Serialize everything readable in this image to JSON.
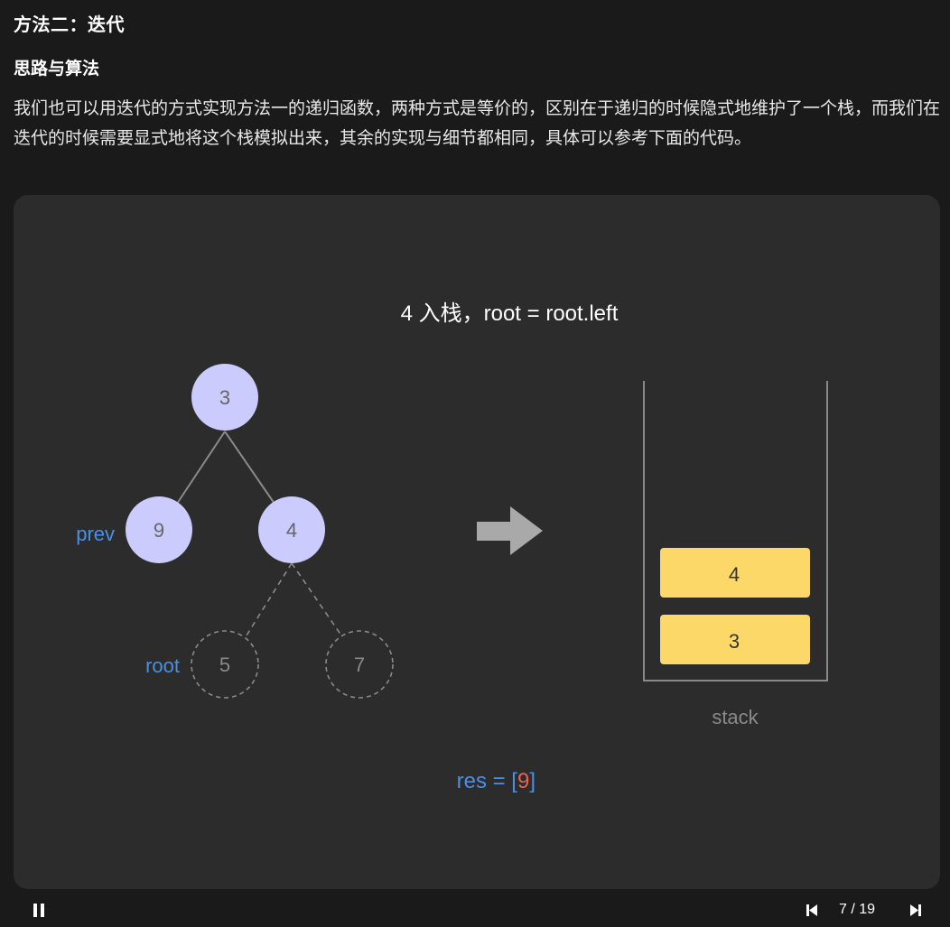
{
  "heading": "方法二：迭代",
  "subheading": "思路与算法",
  "paragraph": "我们也可以用迭代的方式实现方法一的递归函数，两种方式是等价的，区别在于递归的时候隐式地维护了一个栈，而我们在迭代的时候需要显式地将这个栈模拟出来，其余的实现与细节都相同，具体可以参考下面的代码。",
  "slide": {
    "caption": "4 入栈，root = root.left",
    "tree_nodes": [
      "3",
      "9",
      "4",
      "5",
      "7"
    ],
    "pointer_prev": "prev",
    "pointer_root": "root",
    "stack_items": [
      "4",
      "3"
    ],
    "stack_label": "stack",
    "res_prefix": "res = [",
    "res_value": "9",
    "res_suffix": "]"
  },
  "player": {
    "counter": "7 / 19",
    "pause_icon": "pause-icon",
    "prev_icon": "skip-previous-icon",
    "next_icon": "skip-next-icon"
  },
  "colors": {
    "node_fill": "#cccbfd",
    "stack_item": "#fcd869",
    "pointer_label": "#4a90e2",
    "res_highlight": "#e86452"
  }
}
